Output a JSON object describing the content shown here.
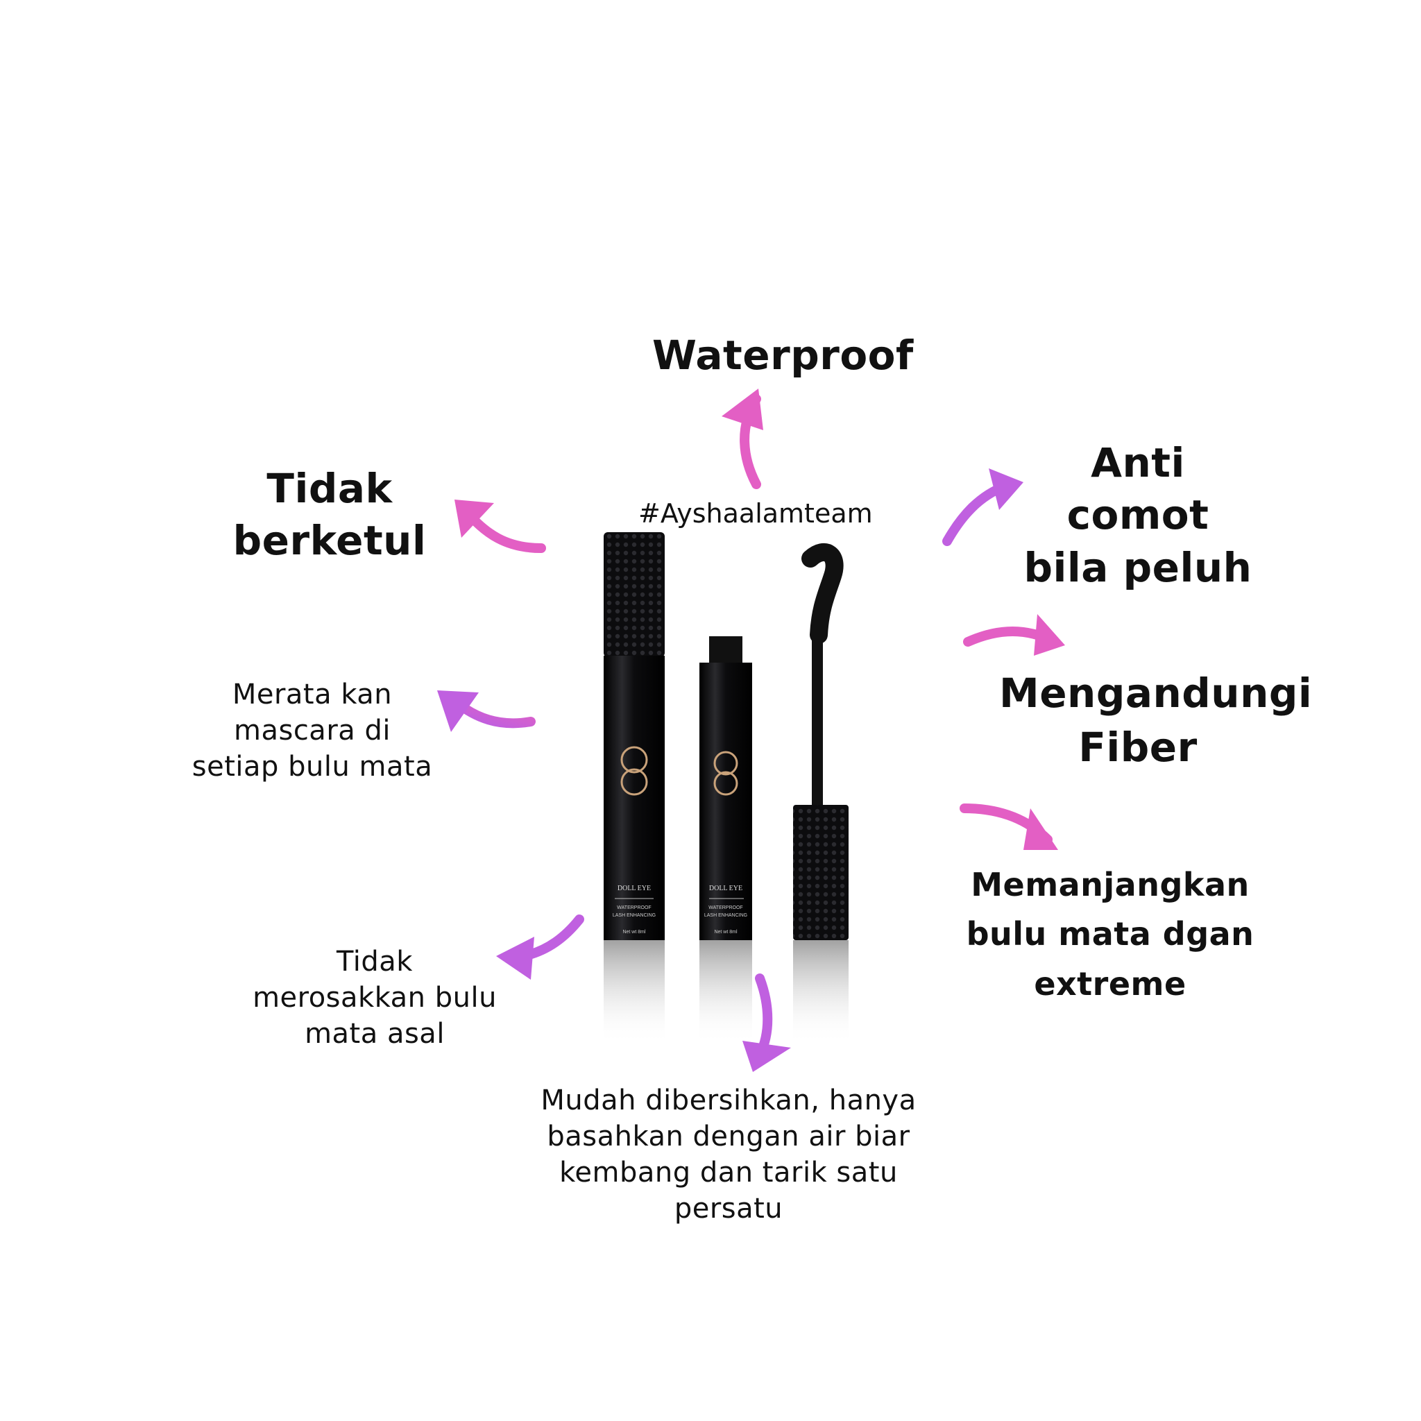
{
  "hashtag": "#Ayshaalamteam",
  "features": {
    "waterproof": "Waterproof",
    "tidak_berketul": "Tidak berketul",
    "anti_comot": [
      "Anti comot",
      "bila peluh"
    ],
    "merata": [
      "Merata kan",
      "mascara di",
      "setiap bulu mata"
    ],
    "mengandungi": [
      "Mengandungi",
      "Fiber"
    ],
    "memanjangkan": [
      "Memanjangkan",
      "bulu mata dgan",
      "extreme"
    ],
    "tidak_merosakkan": [
      "Tidak",
      "merosakkan bulu",
      "mata asal"
    ],
    "mudah": [
      "Mudah dibersihkan, hanya",
      "basahkan dengan air biar",
      "kembang dan tarik satu persatu"
    ]
  },
  "product": {
    "name": "DOLL EYE",
    "line1": "WATERPROOF",
    "line2": "LASH ENHANCING",
    "volume": "Net wt 8ml"
  },
  "colors": {
    "arrow_pink": "#e35fc4",
    "arrow_violet": "#b65ee8",
    "bottle": "#0c0c0e"
  },
  "icons": [
    "curved-arrow-icon"
  ]
}
